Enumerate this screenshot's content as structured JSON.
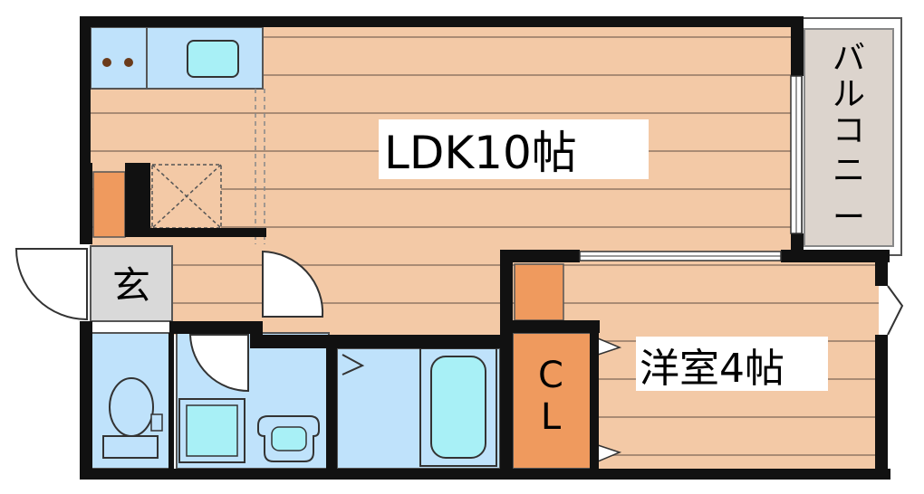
{
  "rooms": {
    "ldk_label": "LDK10帖",
    "western_room_label": "洋室4帖",
    "entrance_label": "玄",
    "closet_label_1": "C",
    "closet_label_2": "L",
    "balcony_label": "バルコニー"
  },
  "colors": {
    "floor_wood": "#f3c9a6",
    "floor_line": "#a98b74",
    "wall": "#111111",
    "wet_area": "#bfe2fb",
    "fixture": "#a8f0f6",
    "closet": "#ef9a5e",
    "balcony": "#dcd4cd",
    "entrance": "#d9d9d9"
  }
}
